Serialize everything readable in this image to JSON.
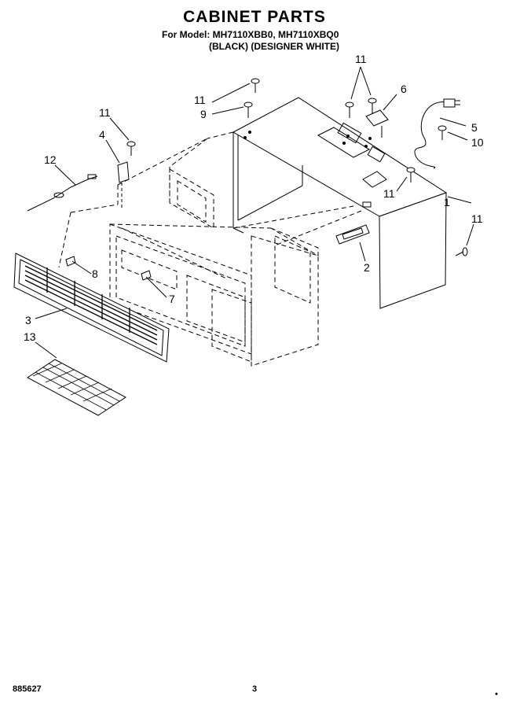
{
  "header": {
    "title": "CABINET PARTS",
    "model_line": "For Model: MH7110XBB0, MH7110XBQ0",
    "color_line": "(BLACK) (DESIGNER WHITE)"
  },
  "callouts": [
    "1",
    "2",
    "3",
    "4",
    "5",
    "6",
    "7",
    "8",
    "9",
    "10",
    "11",
    "12",
    "13"
  ],
  "footer": {
    "doc_number": "885627",
    "page_number": "3"
  },
  "colors": {
    "line": "#000000",
    "background": "#ffffff"
  }
}
